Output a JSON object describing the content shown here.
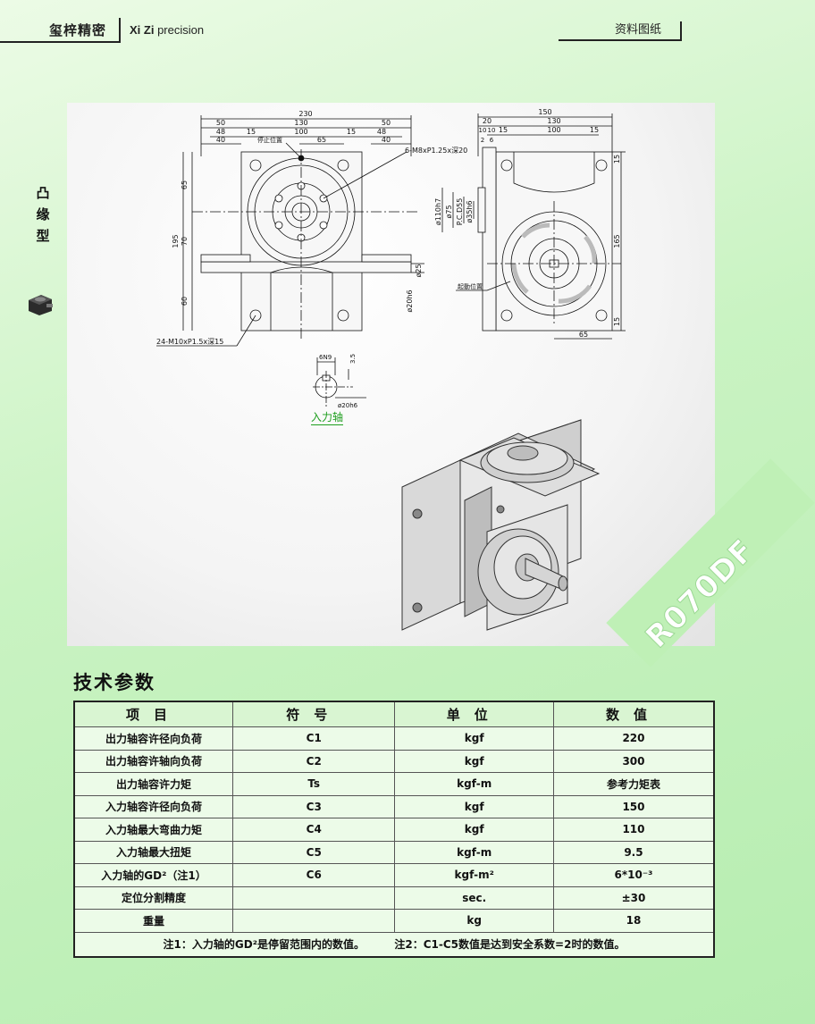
{
  "header": {
    "brand_cn": "玺梓精密",
    "brand_en_prefix": "Xi Zi",
    "brand_en_suffix": "precision",
    "doc_label": "资料图纸"
  },
  "category": {
    "chars": [
      "凸",
      "缘",
      "型"
    ],
    "icon": "cam-indexer-icon"
  },
  "drawing": {
    "model": "R070DF",
    "input_shaft_caption": "入力轴",
    "front_view": {
      "dim_top": [
        "230",
        "50",
        "130",
        "50",
        "48",
        "15",
        "100",
        "15",
        "48",
        "40",
        "65",
        "40"
      ],
      "dim_left": [
        "65",
        "195",
        "70",
        "60"
      ],
      "callouts": [
        "停止位置",
        "6-M8xP1.25x深20",
        "24-M10xP1.5x深15"
      ],
      "dims_right": [
        "ø25",
        "ø20h6"
      ]
    },
    "side_view": {
      "dim_top": [
        "150",
        "20",
        "130",
        "10",
        "10",
        "15",
        "100",
        "15",
        "2",
        "6"
      ],
      "dim_left": [
        "ø110h7",
        "ø75",
        "P.C.D55",
        "ø35h6"
      ],
      "dim_right": [
        "15",
        "165",
        "15"
      ],
      "dim_bottom": "65",
      "callout": "起動位置"
    },
    "shaft_detail": [
      "6N9",
      "3.5",
      "ø20h6"
    ]
  },
  "section_title": "技术参数",
  "table": {
    "headers": [
      "项目",
      "符号",
      "单位",
      "数值"
    ],
    "rows": [
      {
        "item": "出力轴容许径向负荷",
        "symbol": "C1",
        "unit": "kgf",
        "value": "220"
      },
      {
        "item": "出力轴容许轴向负荷",
        "symbol": "C2",
        "unit": "kgf",
        "value": "300"
      },
      {
        "item": "出力轴容许力矩",
        "symbol": "Ts",
        "unit": "kgf-m",
        "value": "参考力矩表"
      },
      {
        "item": "入力轴容许径向负荷",
        "symbol": "C3",
        "unit": "kgf",
        "value": "150"
      },
      {
        "item": "入力轴最大弯曲力矩",
        "symbol": "C4",
        "unit": "kgf",
        "value": "110"
      },
      {
        "item": "入力轴最大扭矩",
        "symbol": "C5",
        "unit": "kgf-m",
        "value": "9.5"
      },
      {
        "item": "入力轴的GD²（注1）",
        "symbol": "C6",
        "unit": "kgf-m²",
        "value": "6*10⁻³"
      },
      {
        "item": "定位分割精度",
        "symbol": "",
        "unit": "sec.",
        "value": "±30"
      },
      {
        "item": "重量",
        "symbol": "",
        "unit": "kg",
        "value": "18"
      }
    ],
    "note1": "注1：入力轴的GD²是停留范围内的数值。",
    "note2": "注2：C1-C5数值是达到安全系数=2时的数值。"
  }
}
